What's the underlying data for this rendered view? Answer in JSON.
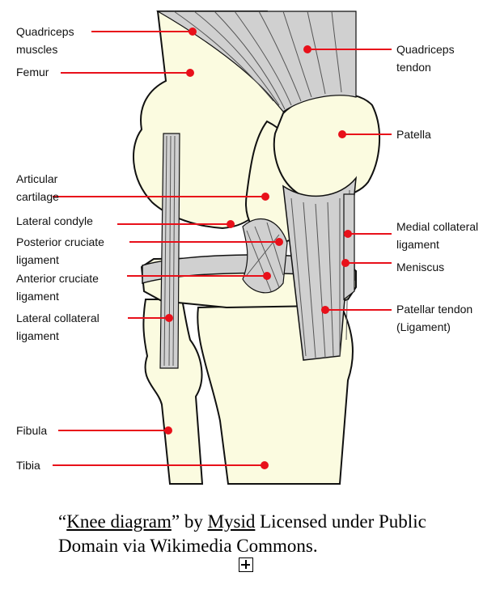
{
  "colors": {
    "bone": "#fbfbe0",
    "ligament": "#d0d0d0",
    "leader": "#e8101a",
    "outline": "#111111"
  },
  "labels_left": [
    {
      "id": "quadriceps-muscles",
      "lines": [
        "Quadriceps",
        "muscles"
      ]
    },
    {
      "id": "femur",
      "lines": [
        "Femur"
      ]
    },
    {
      "id": "articular-cartilage",
      "lines": [
        "Articular",
        "cartilage"
      ]
    },
    {
      "id": "lateral-condyle",
      "lines": [
        "Lateral condyle"
      ]
    },
    {
      "id": "posterior-cruciate-ligament",
      "lines": [
        "Posterior cruciate",
        "ligament"
      ]
    },
    {
      "id": "anterior-cruciate-ligament",
      "lines": [
        "Anterior cruciate",
        "ligament"
      ]
    },
    {
      "id": "lateral-collateral-ligament",
      "lines": [
        "Lateral collateral",
        "ligament"
      ]
    },
    {
      "id": "fibula",
      "lines": [
        "Fibula"
      ]
    },
    {
      "id": "tibia",
      "lines": [
        "Tibia"
      ]
    }
  ],
  "labels_right": [
    {
      "id": "quadriceps-tendon",
      "lines": [
        "Quadriceps",
        "tendon"
      ]
    },
    {
      "id": "patella",
      "lines": [
        "Patella"
      ]
    },
    {
      "id": "medial-collateral-ligament",
      "lines": [
        "Medial collateral",
        "ligament"
      ]
    },
    {
      "id": "meniscus",
      "lines": [
        "Meniscus"
      ]
    },
    {
      "id": "patellar-tendon",
      "lines": [
        "Patellar tendon",
        "(Ligament)"
      ]
    }
  ],
  "caption": {
    "open_quote": "“",
    "title_link": "Knee diagram",
    "by_text": "” by ",
    "author_link": "Mysid",
    "rest": " Licensed under Public Domain via Wikimedia Commons."
  },
  "icons": {
    "expand": "expand-plus-box-icon"
  }
}
